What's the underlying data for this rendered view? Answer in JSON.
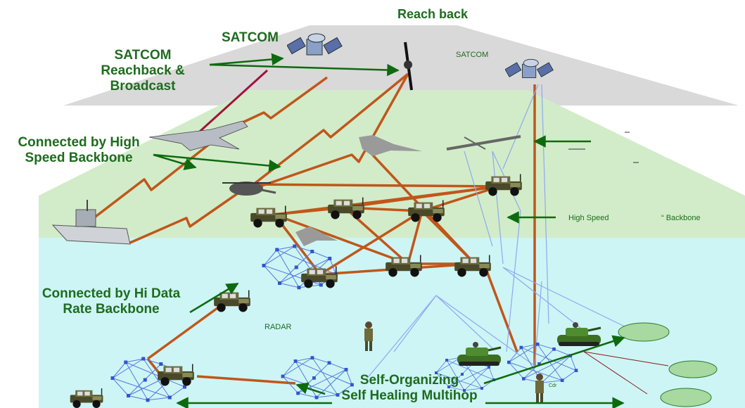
{
  "labels": {
    "reach_back": "Reach back",
    "satcom_title": "SATCOM",
    "satcom_reachback_l1": "SATCOM",
    "satcom_reachback_l2": "Reachback &",
    "satcom_reachback_l3": "Broadcast",
    "satcom_layer": "SATCOM",
    "high_speed_backbone_l1": "Connected by High",
    "high_speed_backbone_l2": "Speed Backbone",
    "high_speed": "High Speed",
    "backbone": "“  Backbone",
    "hi_data_l1": "Connected by Hi Data",
    "hi_data_l2": "Rate Backbone",
    "radar": "RADAR",
    "self_org_l1": "Self-Organizing",
    "self_org_l2": "Self Healing Multihop",
    "cdr": "Cdr"
  },
  "colors": {
    "satcom_layer": "#d9d9d9",
    "backbone_layer": "#d2ecc9",
    "ground_layer": "#cdf5f5",
    "link_orange": "#c0561a",
    "link_dark_red": "#a3123a",
    "link_light_blue": "#8fa8f0",
    "label_green": "#1f6b1f",
    "arrow_green": "#0e6a0e",
    "mesh_blue": "#5577e0"
  },
  "icons": {
    "satellite": "satellite-icon",
    "jet": "fighter-jet-icon",
    "uav": "uav-icon",
    "helicopter": "helicopter-icon",
    "ship": "ship-icon",
    "humvee": "humvee-icon",
    "tank": "tank-icon",
    "soldier": "soldier-icon",
    "mesh_cluster": "mesh-cluster-icon"
  }
}
